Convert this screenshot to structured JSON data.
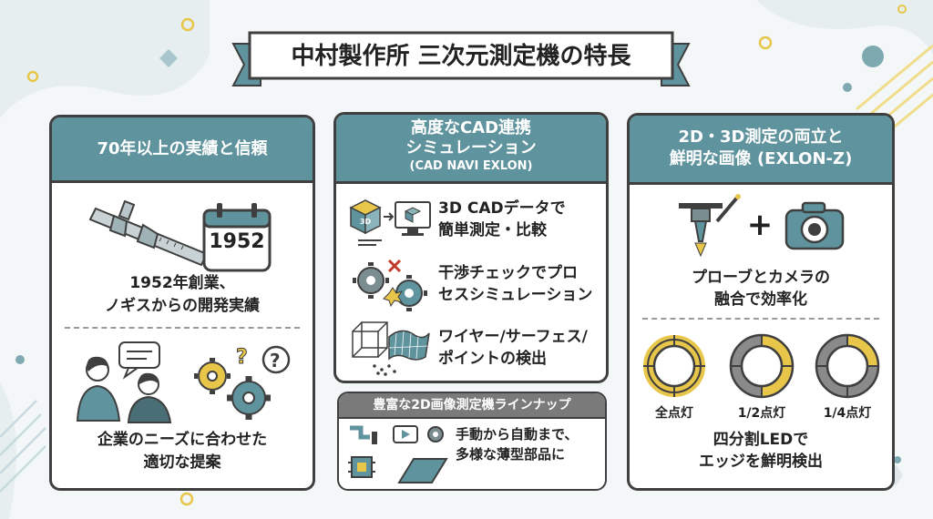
{
  "banner": {
    "title": "中村製作所 三次元測定機の特長"
  },
  "panel_left": {
    "title": "70年以上の実績と信頼",
    "calendar_year": "1952",
    "history_lines": [
      "1952年創業、",
      "ノギスからの開発実績"
    ],
    "proposal_lines": [
      "企業のニーズに合わせた",
      "適切な提案"
    ]
  },
  "panel_mid": {
    "title_lines": [
      "高度なCAD連携",
      "シミュレーション"
    ],
    "subtitle": "(CAD NAVI EXLON)",
    "cube_label": "3D",
    "feature1_lines": [
      "3D CADデータで",
      "簡単測定・比較"
    ],
    "feature2_lines": [
      "干渉チェックでプロ",
      "セスシミュレーション"
    ],
    "feature3_lines": [
      "ワイヤー/サーフェス/",
      "ポイントの検出"
    ]
  },
  "panel_lineup": {
    "title": "豊富な2D画像測定機ラインナップ",
    "text_lines": [
      "手動から自動まで、",
      "多様な薄型部品に"
    ]
  },
  "panel_right": {
    "title_lines": [
      "2D・3D測定の両立と",
      "鮮明な画像 (EXLON-Z)"
    ],
    "fusion_lines": [
      "プローブとカメラの",
      "融合で効率化"
    ],
    "led_labels": [
      "全点灯",
      "1/2点灯",
      "1/4点灯"
    ],
    "led_text_lines": [
      "四分割LEDで",
      "エッジを鮮明検出"
    ]
  },
  "colors": {
    "teal": "#5f939d",
    "dark": "#3f3f3f",
    "yellow": "#e8c64a",
    "light_teal": "#dce9ea"
  }
}
